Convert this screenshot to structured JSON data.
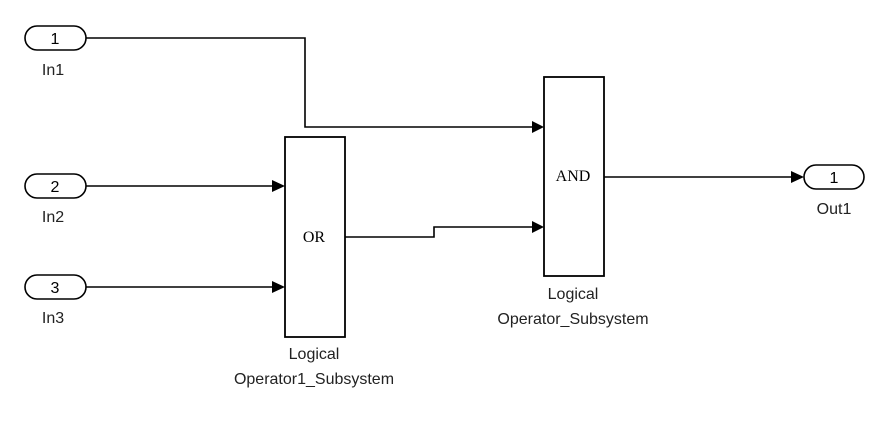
{
  "inports": [
    {
      "number": "1",
      "name": "In1"
    },
    {
      "number": "2",
      "name": "In2"
    },
    {
      "number": "3",
      "name": "In3"
    }
  ],
  "outports": [
    {
      "number": "1",
      "name": "Out1"
    }
  ],
  "blocks": {
    "or_subsystem": {
      "glyph": "OR",
      "name_line1": "Logical",
      "name_line2": "Operator1_Subsystem"
    },
    "and_subsystem": {
      "glyph": "AND",
      "name_line1": "Logical",
      "name_line2": "Operator_Subsystem"
    }
  }
}
